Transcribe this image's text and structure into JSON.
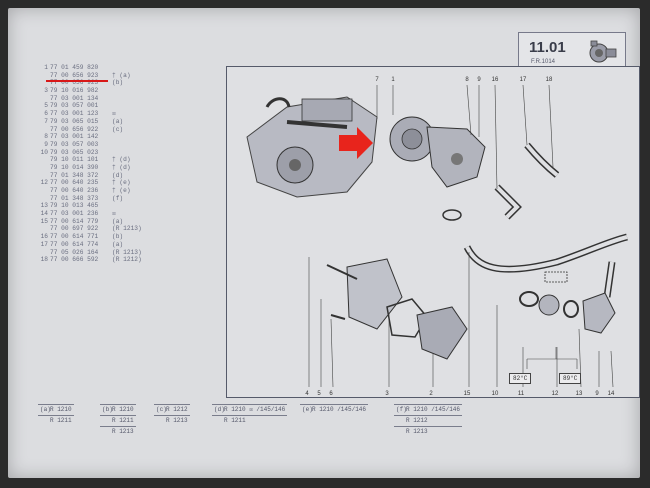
{
  "header": {
    "section": "11.01",
    "subtitle": "F.R.1014"
  },
  "parts_list": [
    {
      "num": "1",
      "ref": "77 01 459 820",
      "note": ""
    },
    {
      "num": "",
      "ref": "77 00 656 923",
      "note": "† (a)"
    },
    {
      "num": "",
      "ref": "77 00 656 923",
      "note": "(b)"
    },
    {
      "num": "3",
      "ref": "79 10 016 982",
      "note": ""
    },
    {
      "num": "",
      "ref": "77 03 001 134",
      "note": ""
    },
    {
      "num": "5",
      "ref": "79 03 057 001",
      "note": ""
    },
    {
      "num": "6",
      "ref": "77 03 001 123",
      "note": "☒"
    },
    {
      "num": "7",
      "ref": "79 03 065 015",
      "note": "(a)"
    },
    {
      "num": "",
      "ref": "77 00 656 922",
      "note": "(c)"
    },
    {
      "num": "8",
      "ref": "77 03 001 142",
      "note": ""
    },
    {
      "num": "9",
      "ref": "79 03 057 003",
      "note": ""
    },
    {
      "num": "10",
      "ref": "79 03 065 023",
      "note": ""
    },
    {
      "num": "",
      "ref": "79 10 011 101",
      "note": "† (d)"
    },
    {
      "num": "",
      "ref": "79 10 014 390",
      "note": "† (d)"
    },
    {
      "num": "",
      "ref": "77 01 348 372",
      "note": "(d)"
    },
    {
      "num": "12",
      "ref": "77 00 640 235",
      "note": "† (e)"
    },
    {
      "num": "",
      "ref": "77 00 640 236",
      "note": "† (e)"
    },
    {
      "num": "",
      "ref": "77 01 348 373",
      "note": "(f)"
    },
    {
      "num": "13",
      "ref": "79 10 013 465",
      "note": ""
    },
    {
      "num": "14",
      "ref": "77 03 001 236",
      "note": "☒"
    },
    {
      "num": "15",
      "ref": "77 00 614 779",
      "note": "(a)"
    },
    {
      "num": "",
      "ref": "77 00 697 922",
      "note": "(R 1213)"
    },
    {
      "num": "16",
      "ref": "77 00 614 771",
      "note": "(b)"
    },
    {
      "num": "17",
      "ref": "77 00 614 774",
      "note": "(a)"
    },
    {
      "num": "",
      "ref": "77 05 026 164",
      "note": "(R 1213)"
    },
    {
      "num": "18",
      "ref": "77 00 666 592",
      "note": "(R 1212)"
    }
  ],
  "callouts": [
    "7",
    "1",
    "8",
    "9",
    "16",
    "17",
    "18",
    "4",
    "5",
    "6",
    "3",
    "2",
    "15",
    "10",
    "11",
    "12",
    "13",
    "9",
    "14"
  ],
  "thermostats": {
    "left": "82°C",
    "right": "89°C"
  },
  "legend": [
    {
      "tag": "(a)",
      "lines": [
        "R 1210",
        "R 1211"
      ]
    },
    {
      "tag": "(b)",
      "lines": [
        "R 1210",
        "R 1211",
        "R 1213"
      ]
    },
    {
      "tag": "(c)",
      "lines": [
        "R 1212",
        "R 1213"
      ]
    },
    {
      "tag": "(d)",
      "lines": [
        "R 1210 ☒ /145/146",
        "R 1211"
      ]
    },
    {
      "tag": "(e)",
      "lines": [
        "R 1210 /145/146"
      ]
    },
    {
      "tag": "(f)",
      "lines": [
        "R 1210 /145/146",
        "R 1212",
        "R 1213"
      ]
    }
  ],
  "colors": {
    "highlight": "#d81818",
    "arrow": "#e8241c",
    "ink": "#3a3d4a"
  }
}
